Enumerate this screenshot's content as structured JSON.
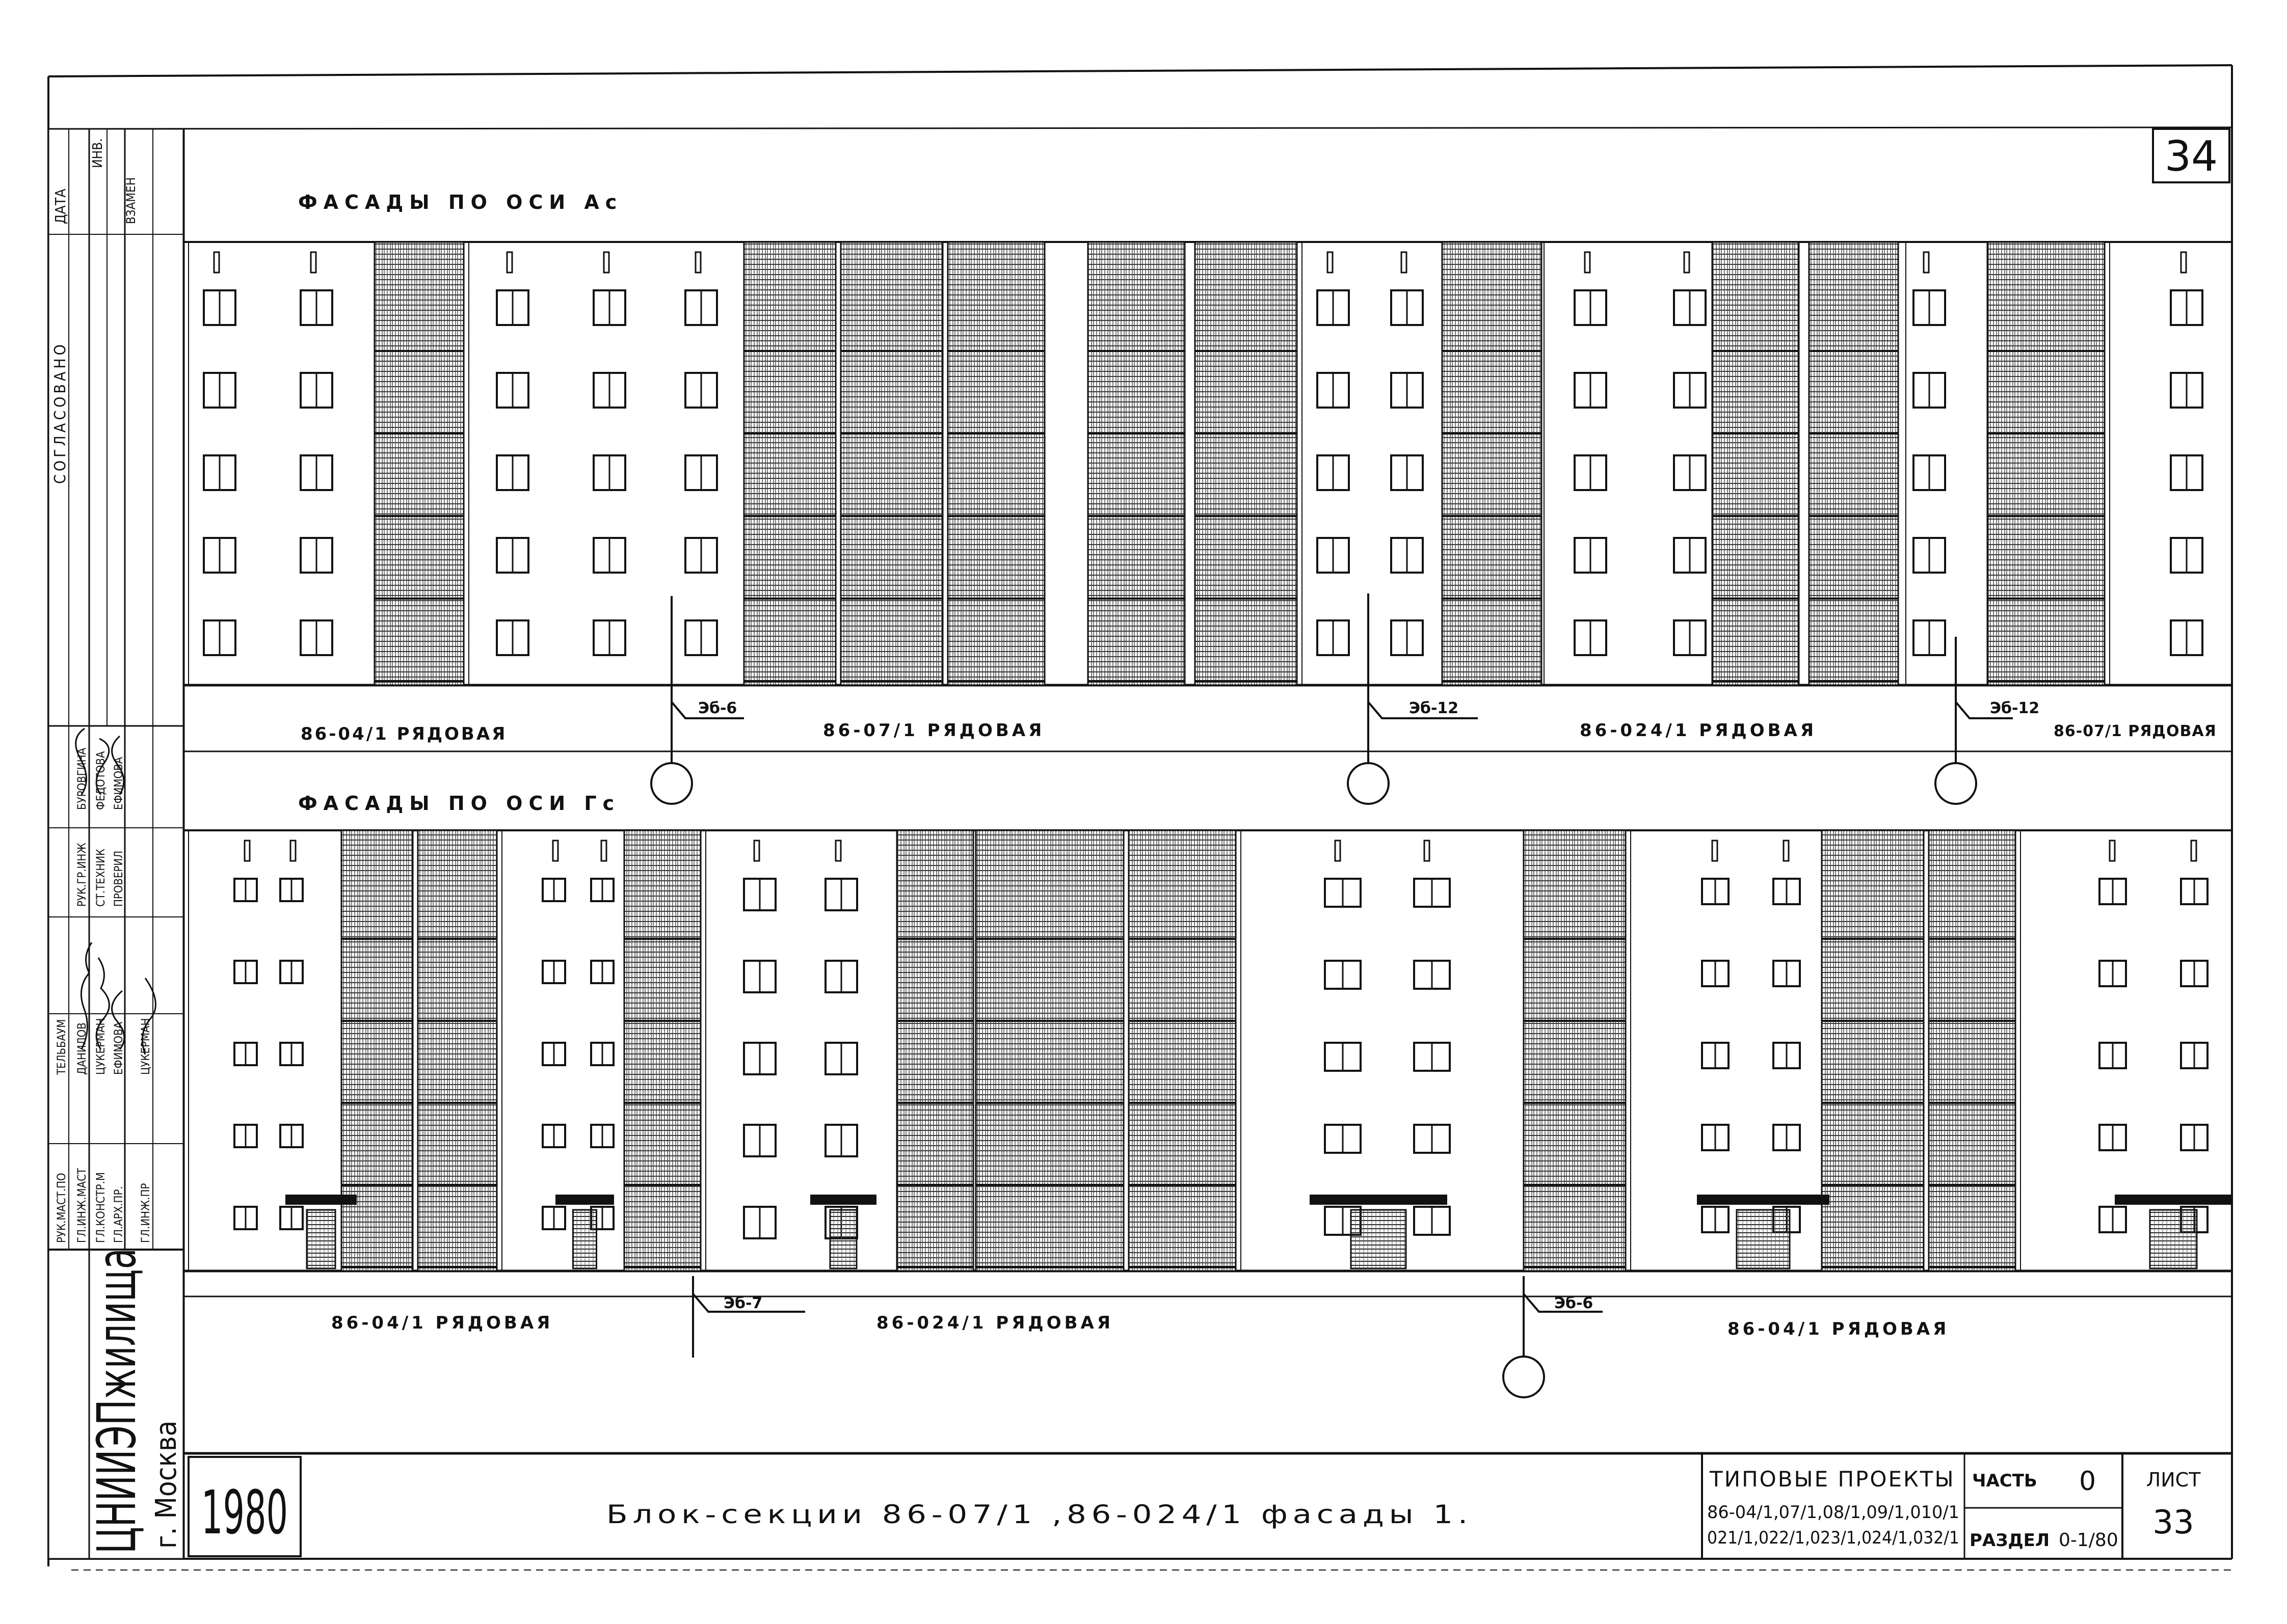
{
  "sheet": {
    "number": "34",
    "title": "Блок-секции 86-07/1 ,86-024/1 фасады 1.",
    "year": "1980",
    "org_name": "ЦНИИЭПжилища",
    "org_city": "г. Москва"
  },
  "top_facade": {
    "heading": "ФАСАДЫ ПО ОСИ Ас",
    "floors": 5,
    "section_labels": [
      "86-04/1 РЯДОВАЯ",
      "86-07/1 РЯДОВАЯ",
      "86-024/1 РЯДОВАЯ",
      "86-07/1 РЯДОВАЯ"
    ],
    "joint_marks": [
      "Эб-6",
      "Эб-12",
      "Эб-12"
    ]
  },
  "bottom_facade": {
    "heading": "ФАСАДЫ ПО ОСИ Гс",
    "floors": 5,
    "section_labels": [
      "86-04/1 РЯДОВАЯ",
      "86-024/1 РЯДОВАЯ",
      "86-04/1 РЯДОВАЯ"
    ],
    "joint_marks": [
      "Эб-7",
      "Эб-6"
    ]
  },
  "side_strip": {
    "header_labels": [
      "СОГЛАСОВАНО",
      "ДАТА",
      "ИНВ.",
      "ВЗАМЕН"
    ],
    "staff_roles": [
      "РУК.МАСТ.ПО",
      "ГЛ.ИНЖ.МАСТ",
      "ГЛ.КОНСТР.М",
      "ГЛ.АРХ.ПР.",
      "ГЛ.ИНЖ.ПР"
    ],
    "staff_names": [
      "ТЕЛЬБАУМ",
      "ДАНИЛОВ",
      "ЦУКЕРМАН",
      "ЕФИМОВА",
      "ЦУКЕРМАН"
    ],
    "check_roles": [
      "РУК.ГР.ИНЖ",
      "СТ.ТЕХНИК",
      "ПРОВЕРИЛ"
    ],
    "check_names": [
      "БУРОВГИНА",
      "ФЕДОТОВА",
      "ЕФИМОВА"
    ]
  },
  "title_block": {
    "project_label": "ТИПОВЫЕ ПРОЕКТЫ",
    "project_codes_1": "86-04/1,07/1,08/1,09/1,010/1",
    "project_codes_2": "021/1,022/1,023/1,024/1,032/1",
    "part_label": "ЧАСТЬ",
    "part_value": "0",
    "section_label": "РАЗДЕЛ",
    "section_value": "0-1/80",
    "sheet_label": "ЛИСТ",
    "sheet_value": "33"
  },
  "colors": {
    "ink": "#111111",
    "paper": "#ffffff",
    "hatch": "#333333"
  }
}
